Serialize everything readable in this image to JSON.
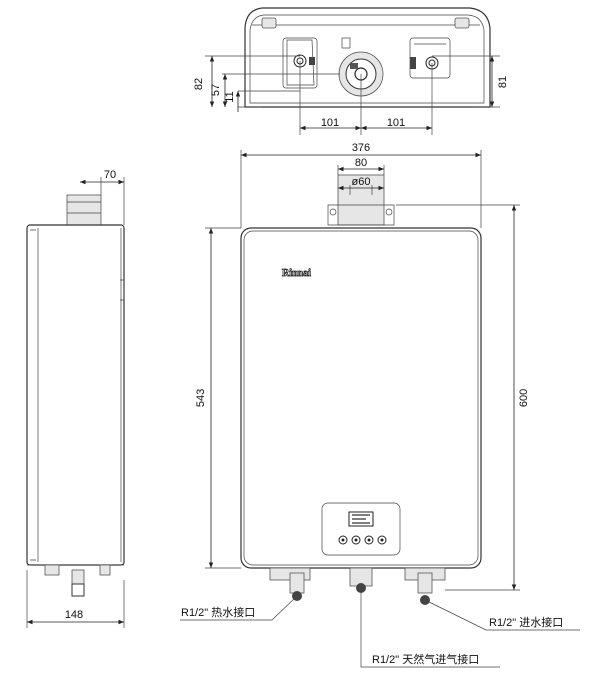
{
  "brand": "Rinnai",
  "top_view": {
    "dims": {
      "d82": "82",
      "d57": "57",
      "d11": "11",
      "d81": "81",
      "d101_left": "101",
      "d101_right": "101"
    }
  },
  "front_view": {
    "dims": {
      "width": "376",
      "flue_bracket": "80",
      "flue_dia": "ø60",
      "height_body": "543",
      "height_total": "600"
    }
  },
  "side_view": {
    "dims": {
      "flue_depth": "70",
      "depth": "148"
    }
  },
  "callouts": {
    "hot_water": "R1/2\" 热水接口",
    "cold_water": "R1/2\" 进水接口",
    "gas": "R1/2\" 天然气进气接口"
  }
}
